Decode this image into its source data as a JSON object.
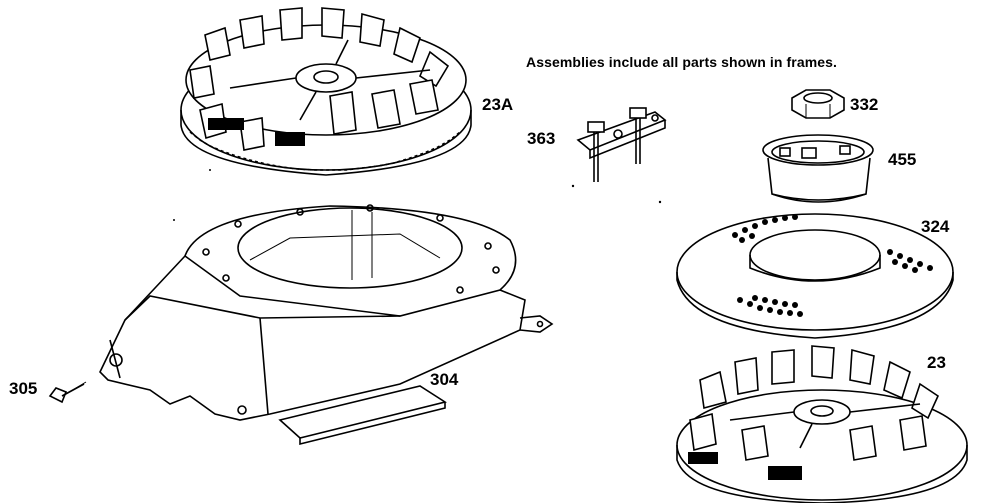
{
  "note": "Assemblies include all parts shown in frames.",
  "parts": {
    "p23a": "23A",
    "p363": "363",
    "p332": "332",
    "p455": "455",
    "p324": "324",
    "p304": "304",
    "p305": "305",
    "p23": "23"
  },
  "colors": {
    "ink": "#000000",
    "paper": "#ffffff"
  },
  "icons": [
    "flywheel-icon",
    "housing-icon",
    "bolt-icon",
    "bracket-icon",
    "nut-icon",
    "cup-icon",
    "screen-icon"
  ]
}
